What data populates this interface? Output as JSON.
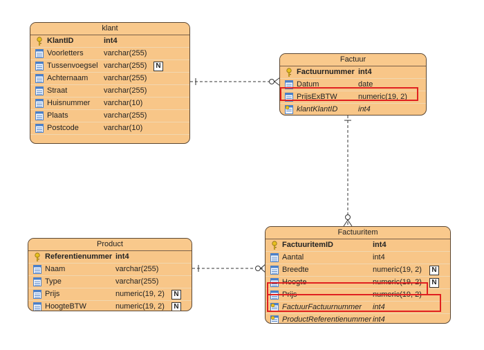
{
  "entities": {
    "klant": {
      "title": "klant",
      "fields": [
        {
          "name": "KlantID",
          "type": "int4"
        },
        {
          "name": "Voorletters",
          "type": "varchar(255)"
        },
        {
          "name": "Tussenvoegsel",
          "type": "varchar(255)",
          "nullable_badge": "N"
        },
        {
          "name": "Achternaam",
          "type": "varchar(255)"
        },
        {
          "name": "Straat",
          "type": "varchar(255)"
        },
        {
          "name": "Huisnummer",
          "type": "varchar(10)"
        },
        {
          "name": "Plaats",
          "type": "varchar(255)"
        },
        {
          "name": "Postcode",
          "type": "varchar(10)"
        }
      ]
    },
    "factuur": {
      "title": "Factuur",
      "fields": [
        {
          "name": "Factuurnummer",
          "type": "int4"
        },
        {
          "name": "Datum",
          "type": "date"
        },
        {
          "name": "PrijsExBTW",
          "type": "numeric(19, 2)"
        },
        {
          "name": "klantKlantID",
          "type": "int4"
        }
      ]
    },
    "product": {
      "title": "Product",
      "fields": [
        {
          "name": "Referentienummer",
          "type": "int4"
        },
        {
          "name": "Naam",
          "type": "varchar(255)"
        },
        {
          "name": "Type",
          "type": "varchar(255)"
        },
        {
          "name": "Prijs",
          "type": "numeric(19, 2)",
          "nullable_badge": "N"
        },
        {
          "name": "HoogteBTW",
          "type": "numeric(19, 2)",
          "nullable_badge": "N"
        }
      ]
    },
    "factuuritem": {
      "title": "Factuuritem",
      "fields": [
        {
          "name": "FactuuritemID",
          "type": "int4"
        },
        {
          "name": "Aantal",
          "type": "int4"
        },
        {
          "name": "Breedte",
          "type": "numeric(19, 2)",
          "nullable_badge": "N"
        },
        {
          "name": "Hoogte",
          "type": "numeric(19, 2)",
          "nullable_badge": "N"
        },
        {
          "name": "Prijs",
          "type": "numeric(19, 2)"
        },
        {
          "name": "FactuurFactuurnummer",
          "type": "int4"
        },
        {
          "name": "ProductReferentienummer",
          "type": "int4"
        }
      ]
    }
  },
  "colors": {
    "entity_fill": "#f8c688",
    "highlight": "#e02020",
    "key_icon": "#e8c020",
    "column_icon": "#4a7fc8"
  }
}
